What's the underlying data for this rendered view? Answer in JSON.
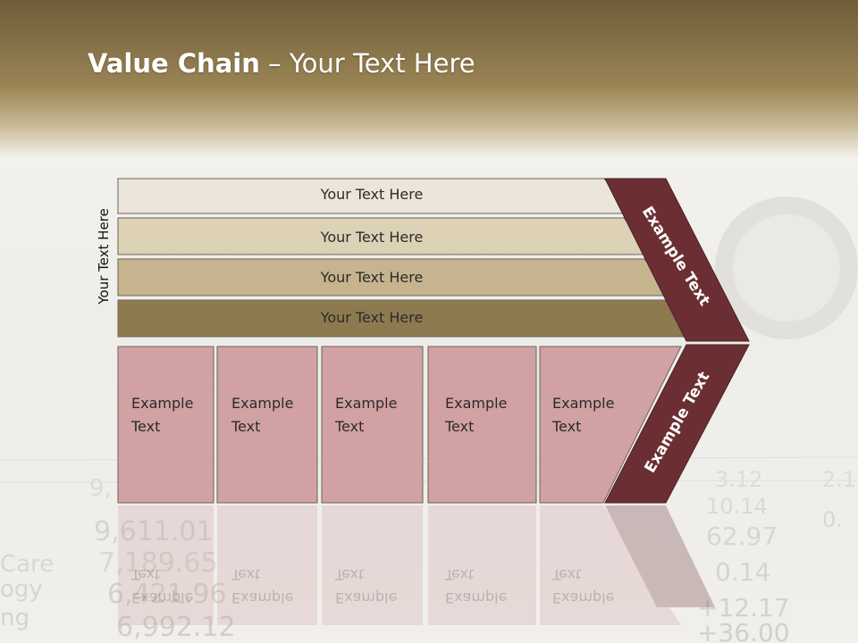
{
  "slide": {
    "title_bold": "Value Chain",
    "title_rest": " – Your Text Here",
    "side_label": "Your Text Here"
  },
  "support_rows": [
    {
      "label": "Your Text Here",
      "color": "#ece6da"
    },
    {
      "label": "Your Text Here",
      "color": "#ddd1b6"
    },
    {
      "label": "Your Text Here",
      "color": "#c5b48d"
    },
    {
      "label": "Your Text Here",
      "color": "#8e7a4f"
    }
  ],
  "primary_boxes": [
    {
      "label": "Example\nText"
    },
    {
      "label": "Example\nText"
    },
    {
      "label": "Example\nText"
    },
    {
      "label": "Example\nText"
    },
    {
      "label": "Example\nText"
    }
  ],
  "arrow": {
    "upper_label": "Example Text",
    "lower_label": "Example Text",
    "color": "#6b2f33"
  },
  "colors": {
    "header": "#8a7548",
    "box": "#d1a1a3"
  }
}
